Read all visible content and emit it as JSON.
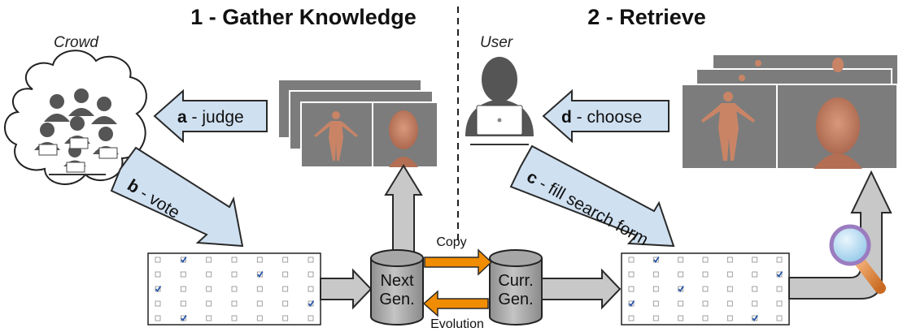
{
  "sections": {
    "left_title": "1 - Gather Knowledge",
    "right_title": "2 - Retrieve"
  },
  "actors": {
    "crowd": "Crowd",
    "user": "User"
  },
  "steps": {
    "a": {
      "letter": "a",
      "text": " - judge"
    },
    "b": {
      "letter": "b",
      "text": " - vote"
    },
    "c": {
      "letter": "c",
      "text": " - fill search form"
    },
    "d": {
      "letter": "d",
      "text": " - choose"
    }
  },
  "databases": {
    "next_line1": "Next",
    "next_line2": "Gen.",
    "curr_line1": "Curr.",
    "curr_line2": "Gen."
  },
  "links": {
    "copy": "Copy",
    "evolution": "Evolution"
  },
  "forms": {
    "left": {
      "checked": [
        [
          0,
          1
        ],
        [
          1,
          4
        ],
        [
          2,
          0
        ],
        [
          3,
          6
        ],
        [
          4,
          1
        ]
      ]
    },
    "right": {
      "checked": [
        [
          0,
          1
        ],
        [
          1,
          6
        ],
        [
          2,
          2
        ],
        [
          3,
          0
        ],
        [
          4,
          5
        ]
      ]
    }
  },
  "colors": {
    "step_arrow_fill": "#cfe0f1",
    "step_arrow_stroke": "#2a2a2a",
    "flow_arrow_fill": "#c8c8c8",
    "orange_arrow": "#f08c00",
    "database_fill": "#b0b0b0",
    "silhouette": "#555555",
    "render_bg": "#7c7c7c",
    "skin": "#c98466",
    "magnifier_lens": "#b9dff5",
    "magnifier_handle": "#e08a3c"
  },
  "icons": {
    "crowd_icon": "crowd-silhouette",
    "user_icon": "user-at-laptop",
    "search_icon": "magnifying-glass"
  }
}
